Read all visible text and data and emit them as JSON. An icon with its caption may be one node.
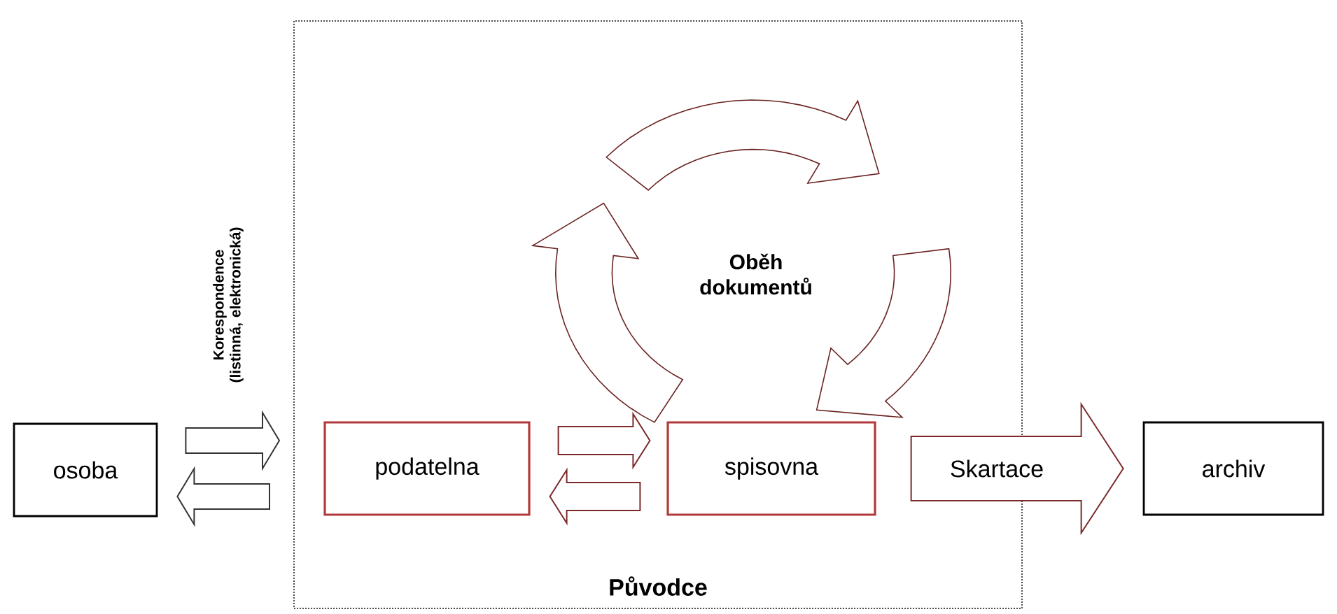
{
  "diagram": {
    "nodes": [
      {
        "text": [
          "Původce"
        ]
      },
      {
        "text": [
          "osoba"
        ]
      },
      {
        "text": [
          "podatelna"
        ],
        "in": 0
      },
      {
        "text": [
          "spisovna"
        ],
        "in": 0
      },
      {
        "text": [
          "archiv"
        ]
      }
    ],
    "edges": [
      {
        "from": 1,
        "to": 0,
        "arrow": "to",
        "label": "Korespondence (listinná, elektronická)",
        "color": "#333333"
      },
      {
        "from": 0,
        "to": 1,
        "arrow": "to",
        "color": "#333333"
      },
      {
        "from": 2,
        "to": 3,
        "arrow": "to"
      },
      {
        "from": 3,
        "to": 2,
        "arrow": "to"
      },
      {
        "from": 3,
        "to": 4,
        "arrow": "to",
        "label": "Skartace"
      }
    ],
    "labels": [
      "Oběh dokumentů"
    ]
  }
}
